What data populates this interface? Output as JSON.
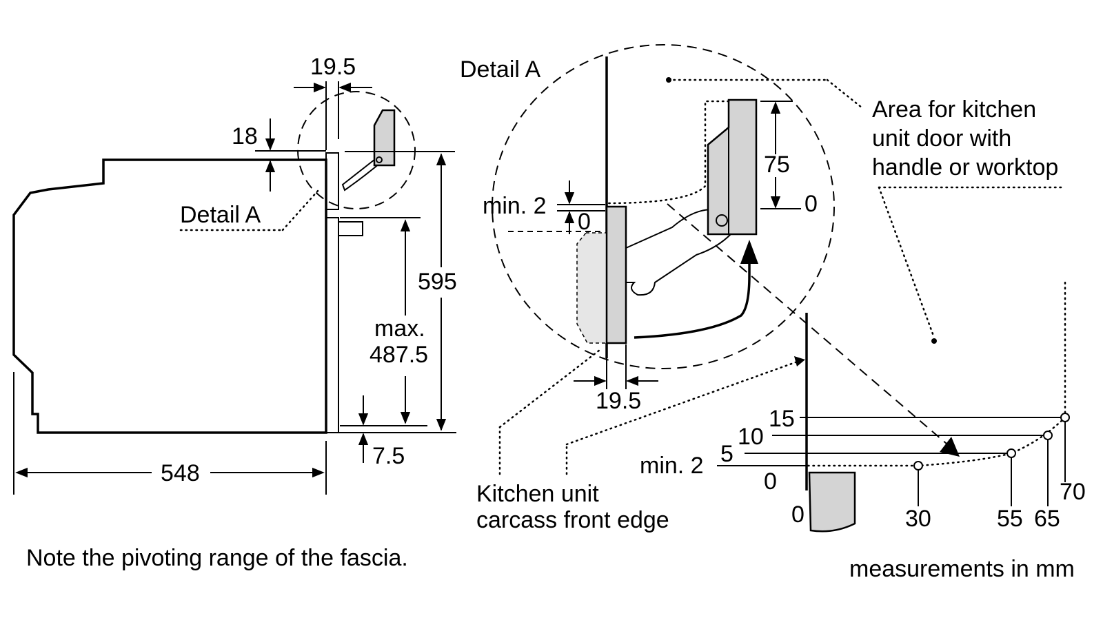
{
  "side_view": {
    "dim_width": "548",
    "dim_top_offset": "19.5",
    "dim_fascia": "18",
    "dim_height": "595",
    "dim_max_label": "max.",
    "dim_max_value": "487.5",
    "dim_bottom": "7.5",
    "detail_label": "Detail A"
  },
  "detail_view": {
    "title": "Detail A",
    "dim_75": "75",
    "dim_0_right": "0",
    "dim_min2": "min. 2",
    "dim_0_left": "0",
    "dim_19_5": "19.5",
    "area_label_1": "Area for kitchen",
    "area_label_2": "unit door with",
    "area_label_3": "handle or worktop",
    "carcass_label_1": "Kitchen unit",
    "carcass_label_2": "carcass front edge"
  },
  "pivot_graph": {
    "y_labels": [
      "15",
      "10",
      "5",
      "min. 2",
      "0"
    ],
    "x_labels": [
      "0",
      "30",
      "55",
      "65",
      "70"
    ]
  },
  "note": "Note the pivoting range of the fascia.",
  "units": "measurements in mm"
}
